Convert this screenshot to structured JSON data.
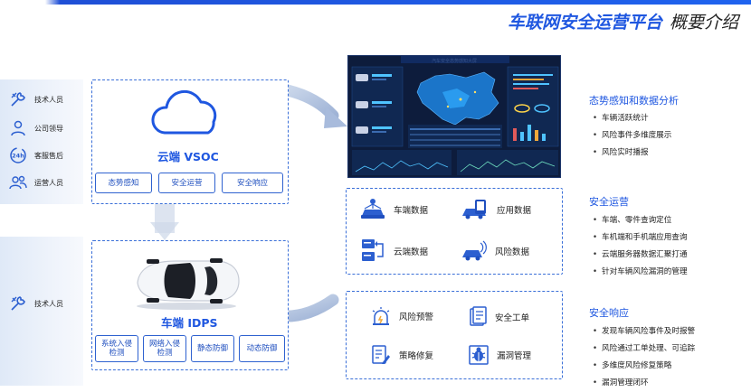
{
  "header": {
    "title": "车联网安全运营平台",
    "subtitle": "概要介绍"
  },
  "roles_top": [
    {
      "label": "技术人员",
      "icon": "tools-icon"
    },
    {
      "label": "公司领导",
      "icon": "person-icon"
    },
    {
      "label": "客服售后",
      "icon": "service-24h-icon"
    },
    {
      "label": "运营人员",
      "icon": "people-icon"
    }
  ],
  "roles_bottom": [
    {
      "label": "技术人员",
      "icon": "tools-icon"
    }
  ],
  "cloud": {
    "title": "云端 VSOC",
    "tags": [
      "态势感知",
      "安全运营",
      "安全响应"
    ]
  },
  "car": {
    "title": "车端 IDPS",
    "tags": [
      "系统入侵\n检测",
      "网络入侵\n检测",
      "静态防御",
      "动态防御"
    ]
  },
  "dashboard": {
    "title": "汽车安全态势感知大屏"
  },
  "data_box": {
    "items": [
      {
        "label": "车端数据",
        "icon": "vehicle-network-icon"
      },
      {
        "label": "应用数据",
        "icon": "car-app-icon"
      },
      {
        "label": "云端数据",
        "icon": "server-icon"
      },
      {
        "label": "风险数据",
        "icon": "car-risk-icon"
      }
    ]
  },
  "action_box": {
    "items": [
      {
        "label": "风险预警",
        "icon": "alarm-icon"
      },
      {
        "label": "安全工单",
        "icon": "document-icon"
      },
      {
        "label": "策略修复",
        "icon": "edit-doc-icon"
      },
      {
        "label": "漏洞管理",
        "icon": "bug-icon"
      }
    ]
  },
  "sections": [
    {
      "title": "态势感知和数据分析",
      "bullets": [
        "车辆活跃统计",
        "风险事件多维度展示",
        "风险实时播报"
      ]
    },
    {
      "title": "安全运营",
      "bullets": [
        "车端、零件查询定位",
        "车机端和手机端应用查询",
        "云端服务器数据汇聚打通",
        "针对车辆风险漏洞的管理"
      ]
    },
    {
      "title": "安全响应",
      "bullets": [
        "发现车辆风险事件及时报警",
        "风险通过工单处理、可追踪",
        "多维度风险修复策略",
        "漏洞管理闭环"
      ]
    }
  ],
  "colors": {
    "accent": "#1f57e0",
    "dash_bg": "#0d1c3c"
  }
}
